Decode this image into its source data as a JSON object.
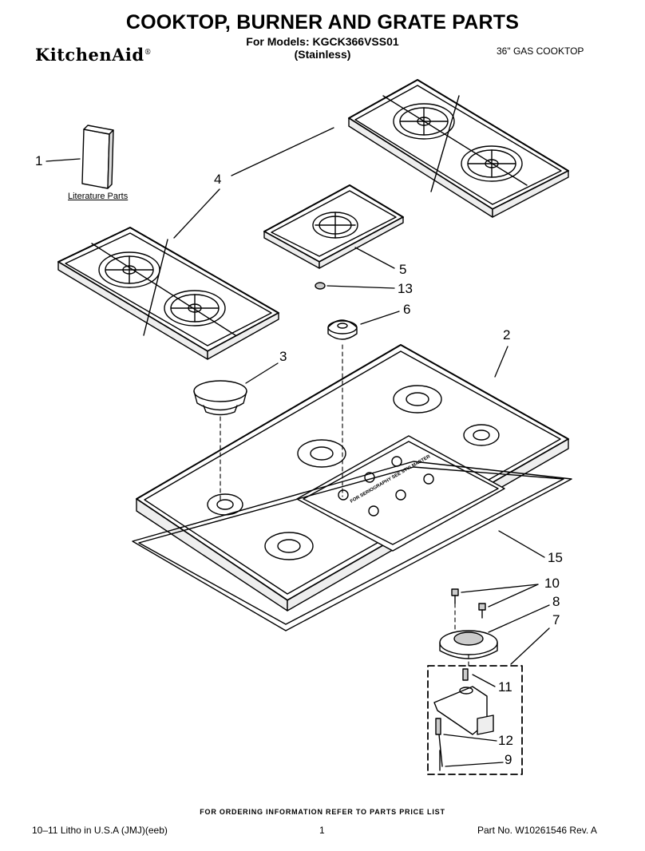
{
  "header": {
    "title": "COOKTOP, BURNER AND GRATE PARTS",
    "models_line": "For Models: KGCK366VSS01",
    "finish_line": "(Stainless)",
    "brand": "KitchenAid",
    "brand_mark": "®",
    "product_type": "36\" GAS COOKTOP"
  },
  "literature_label": "Literature Parts",
  "callouts": [
    "1",
    "2",
    "3",
    "4",
    "5",
    "6",
    "7",
    "8",
    "9",
    "10",
    "11",
    "12",
    "13",
    "15"
  ],
  "cooktop_print": "FOR SERIOGRAPHY SEE STYLMASTER",
  "footer": {
    "ordering_note": "FOR ORDERING INFORMATION REFER TO PARTS PRICE LIST",
    "litho": "10–11 Litho in U.S.A (JMJ)(eeb)",
    "page_number": "1",
    "part_number": "Part No. W10261546 Rev. A"
  }
}
